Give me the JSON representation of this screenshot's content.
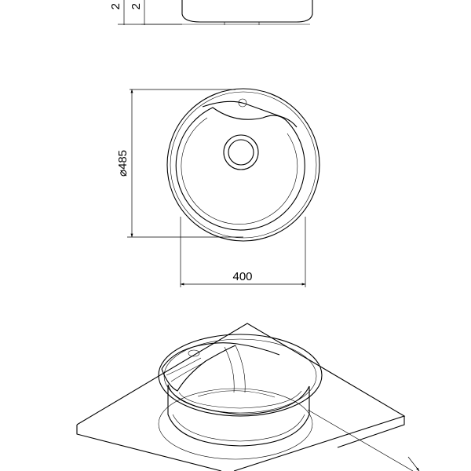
{
  "drawing": {
    "side_view": {
      "dimension_labels": [
        "2",
        "2"
      ]
    },
    "top_view": {
      "diameter_label": "⌀485",
      "width_label": "400"
    },
    "iso_view": {}
  }
}
